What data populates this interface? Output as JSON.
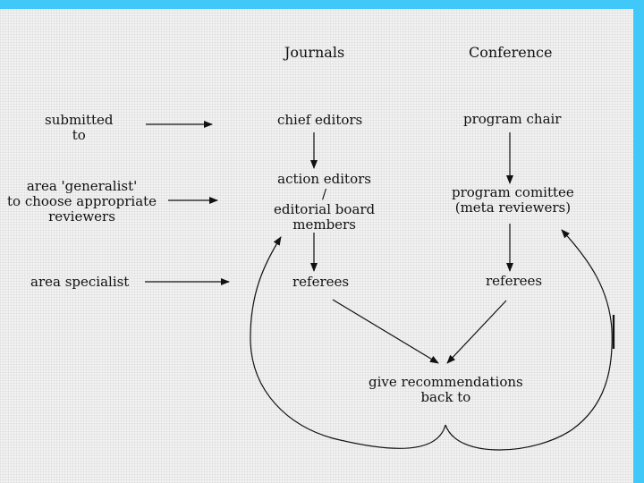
{
  "headers": {
    "journals": "Journals",
    "conference": "Conference"
  },
  "left_labels": {
    "submitted": "submitted\nto",
    "generalist": "area 'generalist'\nto choose appropriate\nreviewers",
    "specialist": "area specialist"
  },
  "journals": {
    "chief": "chief editors",
    "action": "action editors\n/\neditorial board\nmembers",
    "referees": "referees"
  },
  "conference": {
    "chair": "program chair",
    "committee": "program comittee\n(meta reviewers)",
    "referees": "referees"
  },
  "outcome": "give recommendations\nback to",
  "colors": {
    "frame": "#3fc8f8",
    "background": "#f2f2f2",
    "ink": "#111111"
  }
}
